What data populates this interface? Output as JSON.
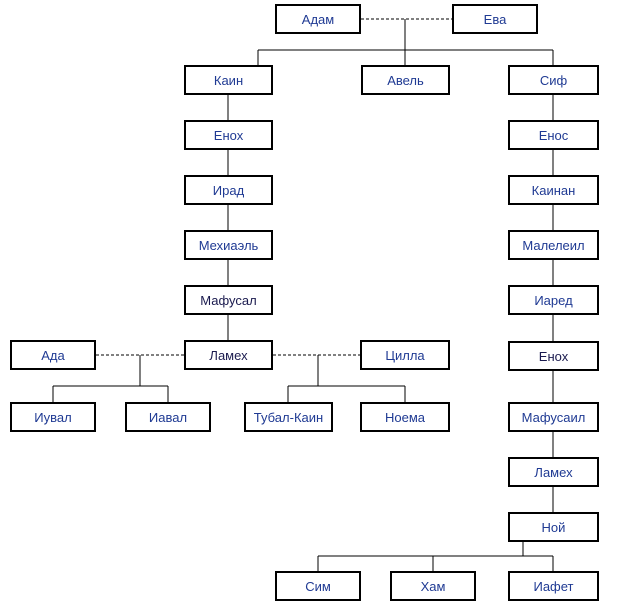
{
  "colors": {
    "link_text": "#1f3a93",
    "dark_text": "#1a1a4e",
    "border": "#000000",
    "line": "#000000"
  },
  "people": {
    "adam": "Адам",
    "eva": "Ева",
    "kain": "Каин",
    "avel": "Авель",
    "sif": "Сиф",
    "enoh_k": "Енох",
    "irad": "Ирад",
    "mehiael": "Мехиаэль",
    "mafusal": "Мафусал",
    "lameh_k": "Ламех",
    "ada": "Ада",
    "cilla": "Цилла",
    "iuval": "Иувал",
    "iaval": "Иавал",
    "tubal": "Тубал-Каин",
    "noema": "Ноема",
    "enos": "Енос",
    "kainan": "Каинан",
    "maleleil": "Малелеил",
    "iared": "Иаред",
    "enoh_s": "Енох",
    "mafusail": "Мафусаил",
    "lameh_s": "Ламех",
    "noy": "Ной",
    "sim": "Сим",
    "ham": "Хам",
    "iafet": "Иафет"
  }
}
